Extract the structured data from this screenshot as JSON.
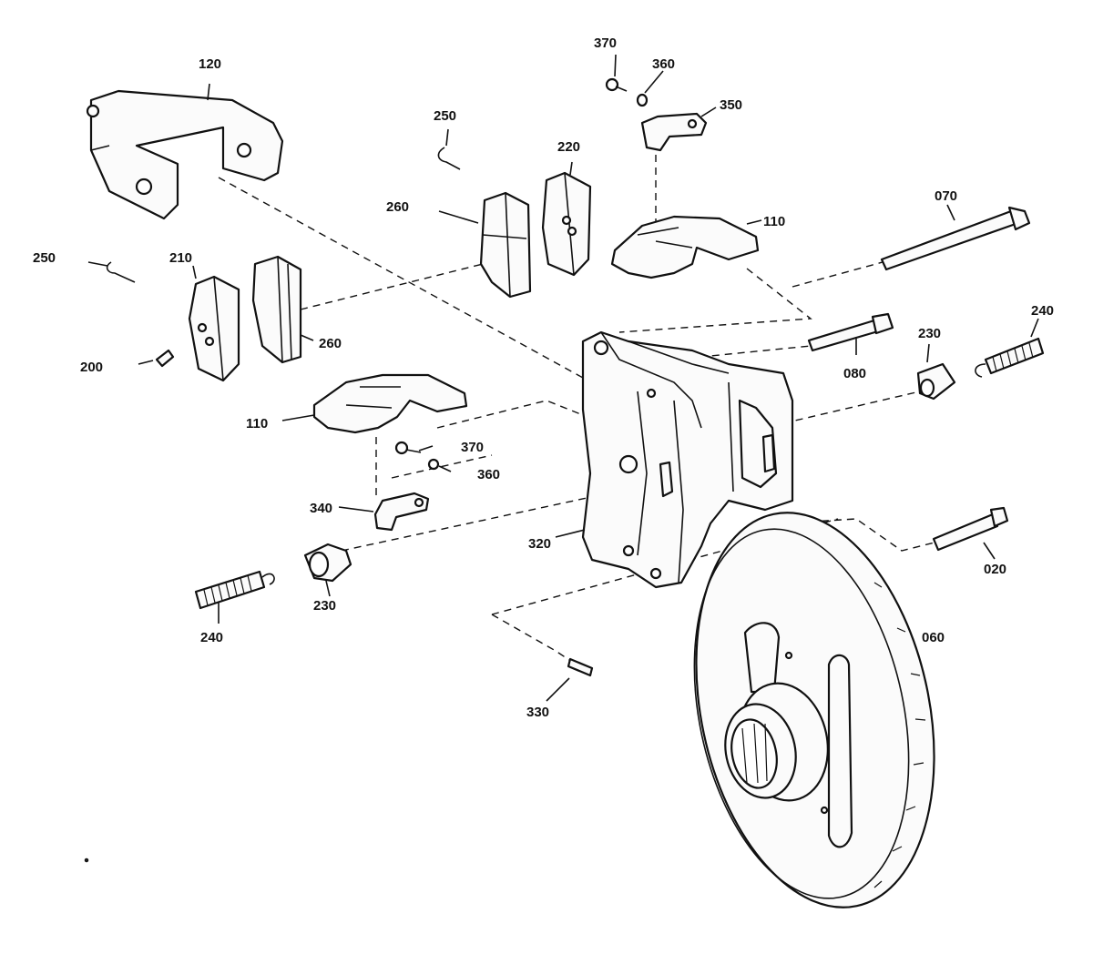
{
  "diagram": {
    "part_labels": {
      "yoke_bracket": "120",
      "spring_clip_top": "250",
      "spring_clip_left": "250",
      "pad_inner_top": "220",
      "lining_top": "260",
      "lining_lower": "260",
      "pad_outer_left": "210",
      "retaining_pin": "200",
      "shim_plate_top": "110",
      "shim_plate_left": "110",
      "screw_top": "370",
      "washer_top": "360",
      "tab_plate_top": "350",
      "screw_mid": "370",
      "washer_mid": "360",
      "tab_plate_left": "340",
      "long_bolt": "070",
      "bolt_mid": "080",
      "bushing_right": "230",
      "bushing_left": "230",
      "spring_right": "240",
      "spring_left": "240",
      "caliper_housing": "320",
      "short_bolt": "020",
      "brake_disc": "060",
      "small_pin": "330"
    }
  }
}
